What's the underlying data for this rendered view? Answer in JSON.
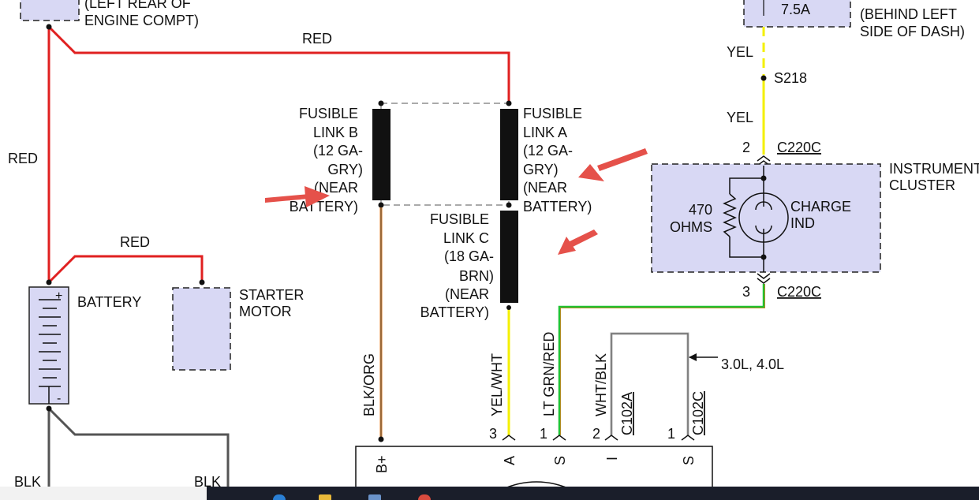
{
  "diagram": {
    "labels": {
      "engine_compt": [
        "(LEFT REAR OF",
        "ENGINE COMPT)"
      ],
      "fuse_rating": "7.5A",
      "dash_location": [
        "(BEHIND LEFT",
        "SIDE OF DASH)"
      ],
      "fusible_link_a": [
        "FUSIBLE",
        "LINK A",
        "(12 GA-",
        "GRY)",
        "(NEAR",
        "BATTERY)"
      ],
      "fusible_link_b": [
        "FUSIBLE",
        "LINK B",
        "(12 GA-",
        "GRY)",
        "(NEAR",
        "BATTERY)"
      ],
      "fusible_link_c": [
        "FUSIBLE",
        "LINK C",
        "(18 GA-",
        "BRN)",
        "(NEAR",
        "BATTERY)"
      ],
      "battery": "BATTERY",
      "starter_motor": [
        "STARTER",
        "MOTOR"
      ],
      "instrument_cluster": [
        "INSTRUMENT",
        "CLUSTER"
      ],
      "resistor": [
        "470",
        "OHMS"
      ],
      "charge_ind": [
        "CHARGE",
        "IND"
      ],
      "splice": "S218",
      "connector_c220c": "C220C",
      "connector_c102a": "C102A",
      "connector_c102c": "C102C",
      "engine_note": "3.0L, 4.0L"
    },
    "wires": {
      "red_top": "RED",
      "red_left": "RED",
      "red_starter": "RED",
      "yel_upper": "YEL",
      "yel_lower": "YEL",
      "blk_org": "BLK/ORG",
      "yel_wht": "YEL/WHT",
      "lt_grn_red": "LT GRN/RED",
      "wht_blk": "WHT/BLK",
      "blk_left": "BLK",
      "blk_right": "BLK"
    },
    "pins": {
      "c220c_upper": "2",
      "c220c_lower": "3",
      "gen_a": "3",
      "gen_s": "1",
      "gen_i": "2",
      "gen_s2": "1"
    },
    "terminals": [
      "B+",
      "A",
      "S",
      "I",
      "S"
    ],
    "battery_polarity": {
      "positive": "+",
      "negative": "-"
    }
  },
  "colors": {
    "wire_red": "#e02020",
    "wire_yellow": "#f4f000",
    "wire_green": "#22c233",
    "wire_orange": "#e07a1c",
    "wire_black": "#555555",
    "component_fill": "#d8d8f4",
    "arrow": "#e5514a"
  }
}
